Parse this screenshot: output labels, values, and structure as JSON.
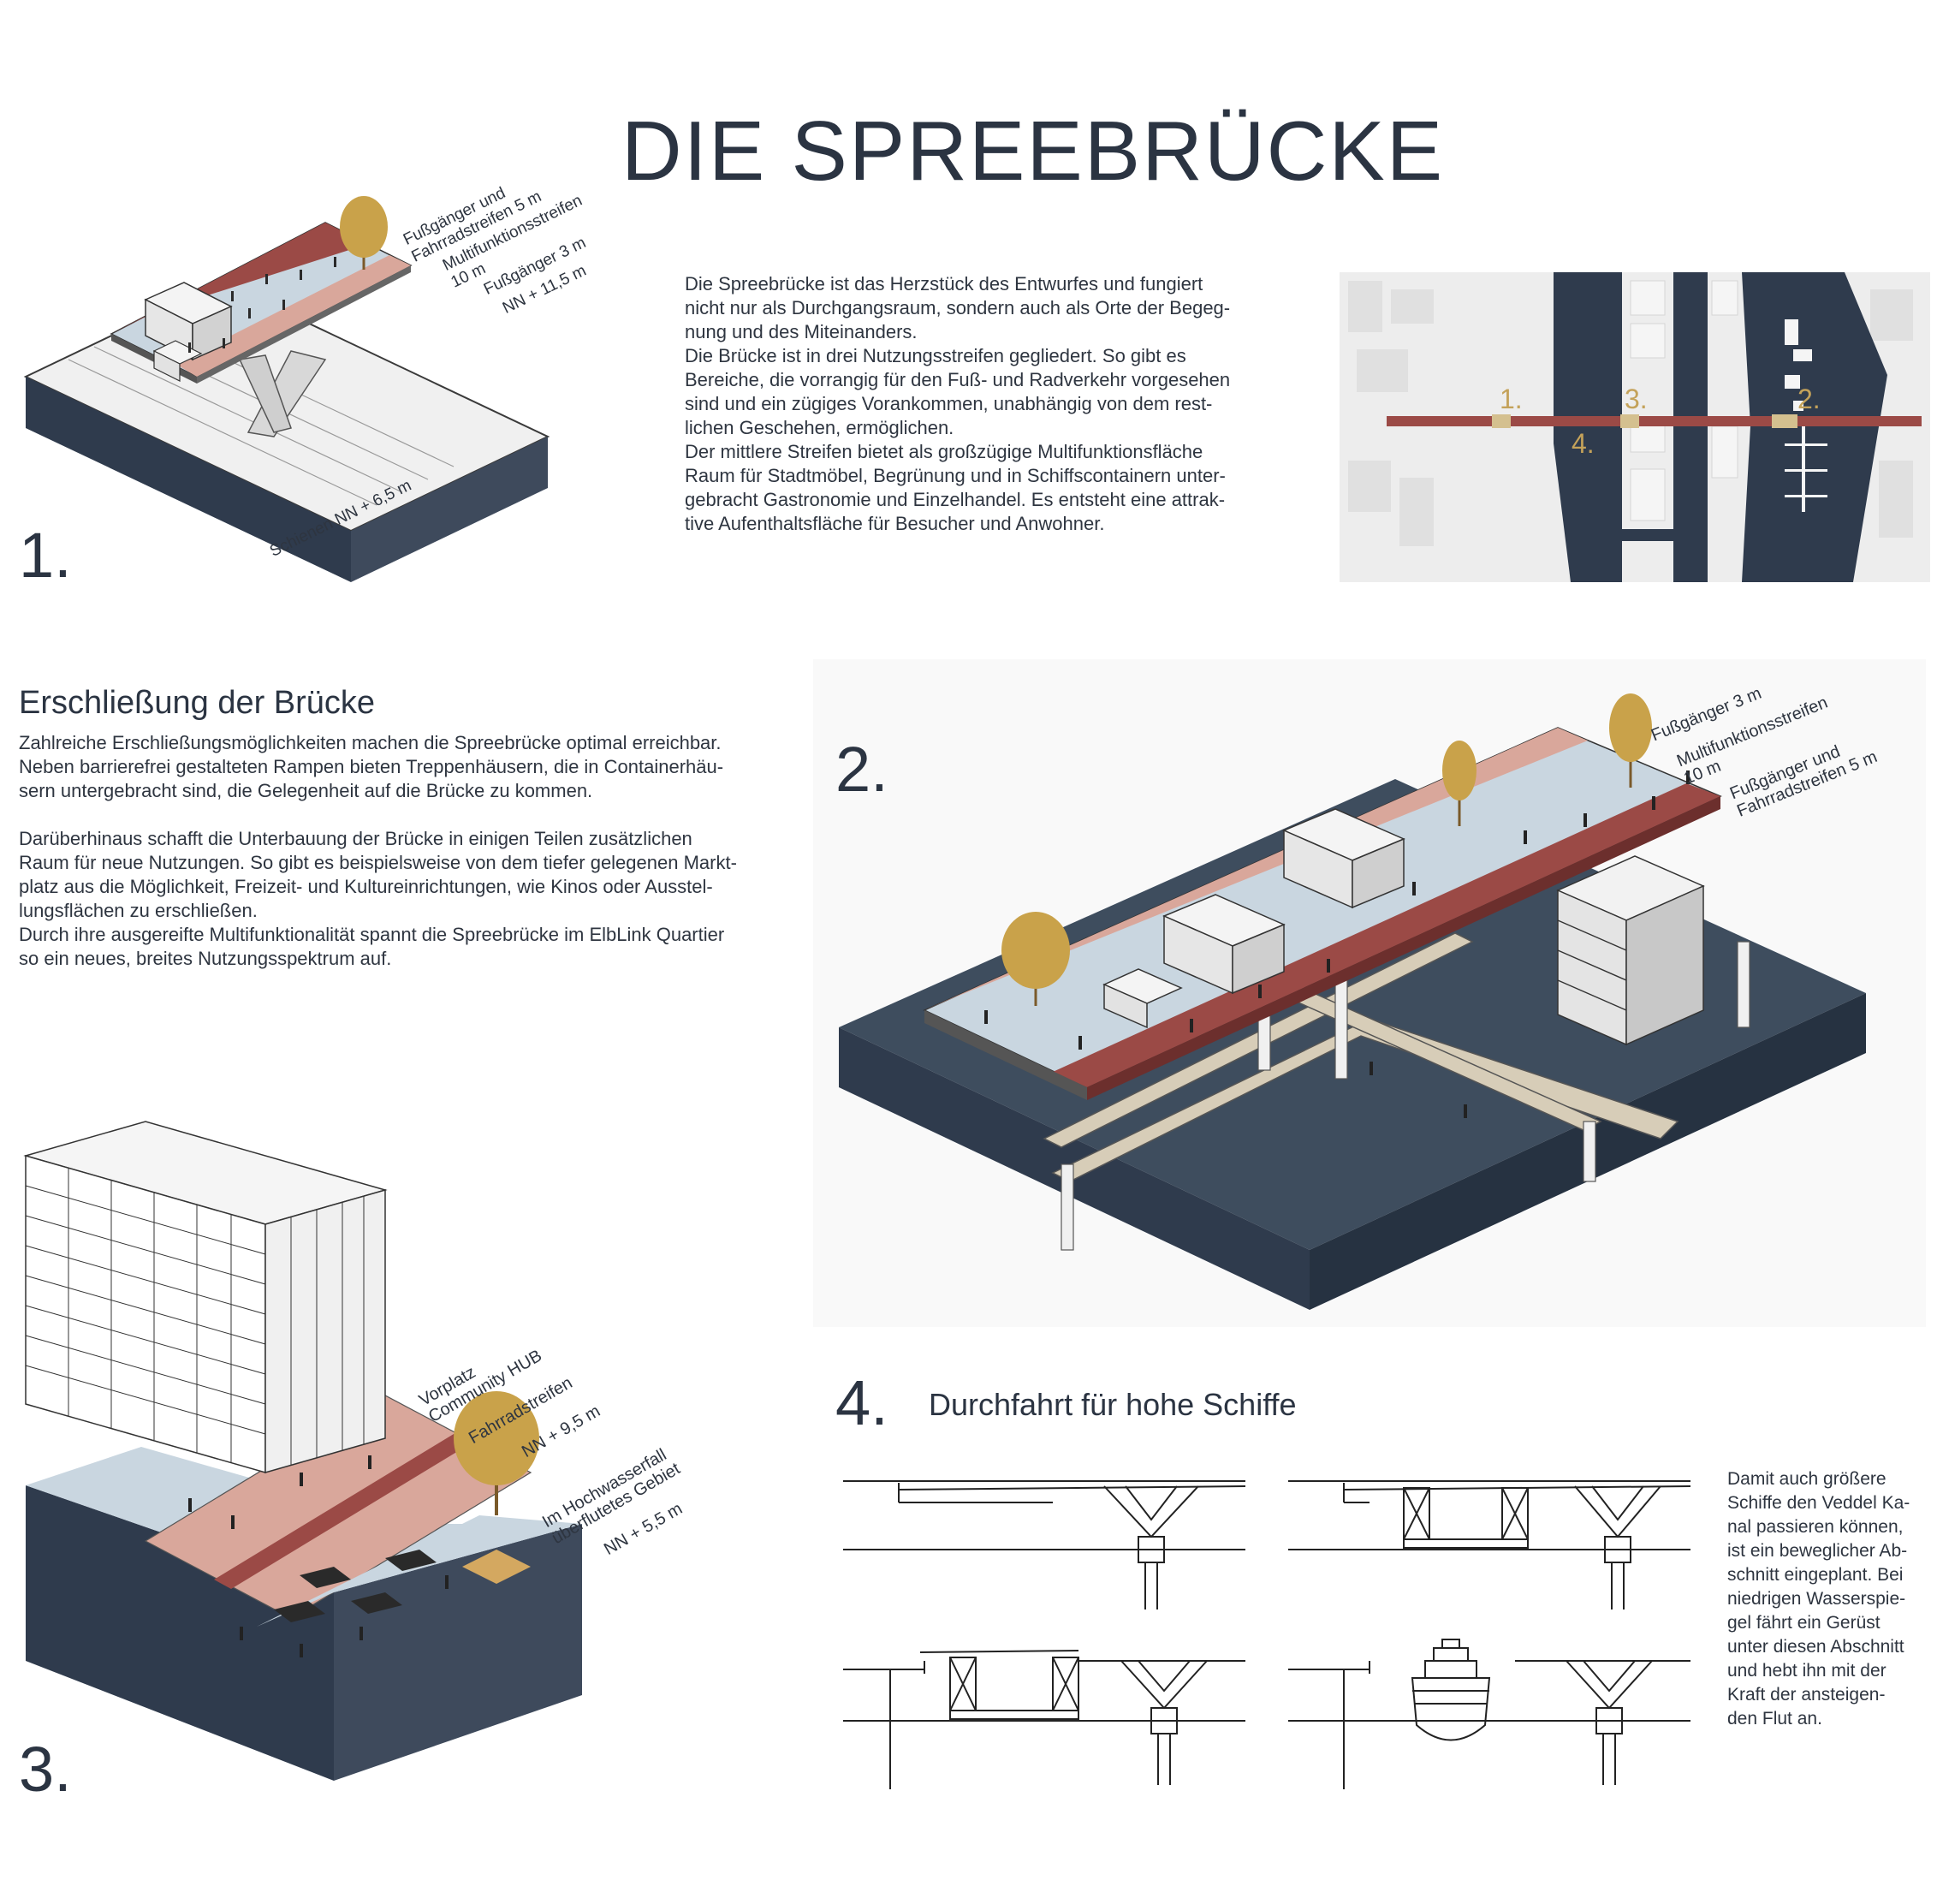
{
  "title": "DIE SPREEBRÜCKE",
  "intro_text": "Die Spreebrücke ist das Herzstück des Entwurfes und fungiert\nnicht nur als Durchgangsraum, sondern auch als Orte der Begeg-\nnung und des Miteinanders.\nDie Brücke ist in drei Nutzungsstreifen gegliedert. So gibt es\nBereiche, die vorrangig für den Fuß- und Radverkehr vorgesehen\nsind und ein zügiges Vorankommen, unabhängig von dem rest-\nlichen Geschehen, ermöglichen.\nDer mittlere Streifen bietet als großzügige Multifunktionsfläche\nRaum für Stadtmöbel, Begrünung und in Schiffscontainern unter-\ngebracht Gastronomie und Einzelhandel. Es entsteht eine attrak-\ntive Aufenthaltsfläche für Besucher und Anwohner.",
  "access_section": {
    "heading": "Erschließung der Brücke",
    "text": "Zahlreiche Erschließungsmöglichkeiten machen die Spreebrücke optimal erreichbar.\nNeben barrierefrei gestalteten Rampen bieten Treppenhäusern, die in Containerhäu-\nsern untergebracht sind,  die Gelegenheit auf die Brücke zu kommen.\n\nDarüberhinaus schafft die Unterbauung der Brücke in einigen Teilen zusätzlichen\nRaum für neue Nutzungen. So gibt es beispielsweise von dem tiefer gelegenen Markt-\nplatz aus die Möglichkeit, Freizeit- und Kultureinrichtungen, wie Kinos oder Ausstel-\nlungsflächen zu erschließen.\nDurch ihre ausgereifte Multifunktionalität spannt die Spreebrücke im ElbLink Quartier\nso ein neues, breites Nutzungsspektrum auf."
  },
  "diagram1": {
    "number": "1.",
    "labels": [
      "Fußgänger und\nFahrradstreifen 5 m",
      "Multifunktionsstreifen\n10 m",
      "Fußgänger 3 m",
      "NN + 11,5 m"
    ],
    "rail_label": "Schienen NN + 6,5 m"
  },
  "map": {
    "markers": [
      "1.",
      "3.",
      "2.",
      "4."
    ]
  },
  "diagram2": {
    "number": "2.",
    "labels": [
      "Fußgänger 3 m",
      "Multifunktionsstreifen\n10 m",
      "Fußgänger und\nFahrradstreifen 5 m"
    ]
  },
  "diagram3": {
    "number": "3.",
    "labels": [
      "Vorplatz\nCommunity HUB",
      "Fahrradstreifen",
      "NN + 9,5 m",
      "Im Hochwasserfall\nüberflutetes Gebiet",
      "NN + 5,5 m"
    ]
  },
  "section4": {
    "number": "4.",
    "heading": "Durchfahrt für hohe Schiffe",
    "text": "Damit auch größere\nSchiffe den Veddel Ka-\nnal passieren können,\nist ein beweglicher Ab-\nschnitt eingeplant. Bei\nniedrigen Wasserspie-\ngel fährt ein Gerüst\nunter diesen Abschnitt\nund hebt ihn mit der\nKraft der ansteigen-\nden Flut an."
  },
  "colors": {
    "navy": "#2f3b4d",
    "water": "#3e4d5e",
    "deck": "#c9d6e0",
    "red_strip": "#9b4a46",
    "pink_strip": "#d9a79b",
    "ramp": "#d7cdb8",
    "gold": "#c4a25a",
    "tree": "#c9a24a"
  }
}
